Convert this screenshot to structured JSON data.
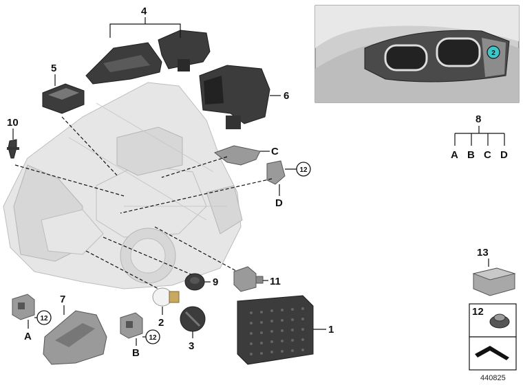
{
  "callouts": {
    "n1": "1",
    "n2": "2",
    "n3": "3",
    "n4": "4",
    "n5": "5",
    "n6": "6",
    "n7": "7",
    "n8": "8",
    "n9": "9",
    "n10": "10",
    "n11": "11",
    "n13": "13",
    "circ12_top": "12",
    "circ12_a": "12",
    "circ12_b": "12",
    "inset_part": "2",
    "legend_12": "12"
  },
  "letters": {
    "c": "C",
    "d": "D",
    "a": "A",
    "b": "B",
    "tree": [
      "A",
      "B",
      "C",
      "D"
    ]
  },
  "ref_number": "440825",
  "colors": {
    "highlight": "#3fc6c8",
    "part_dark": "#3c3c3c",
    "ghost": "#e6e6e6"
  }
}
